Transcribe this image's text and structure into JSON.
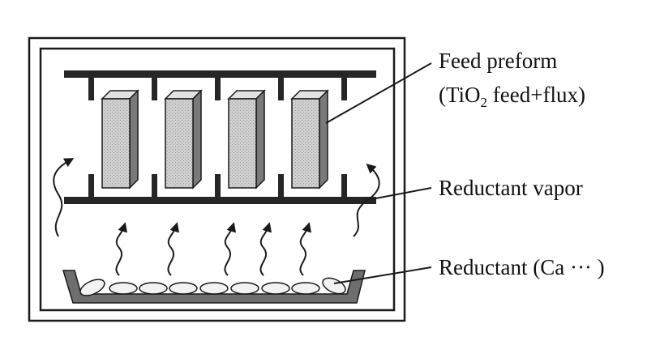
{
  "labels": {
    "feed_preform": "Feed preform",
    "feed_composition_prefix": "(TiO",
    "feed_composition_subscript": "2",
    "feed_composition_suffix": " feed+flux)",
    "reductant_vapor": "Reductant vapor",
    "reductant": "Reductant (Ca ··· )"
  },
  "colors": {
    "line": "#1a1a1a",
    "shelf": "#262626",
    "preform_fill": "#c9c9c9",
    "preform_side": "#7a7a7a",
    "tray": "#6e6e6e",
    "pellet_fill": "#f2f2f2"
  },
  "diagram": {
    "preform_count": 4,
    "pellet_count": 9,
    "vapor_arrow_count": 5
  }
}
